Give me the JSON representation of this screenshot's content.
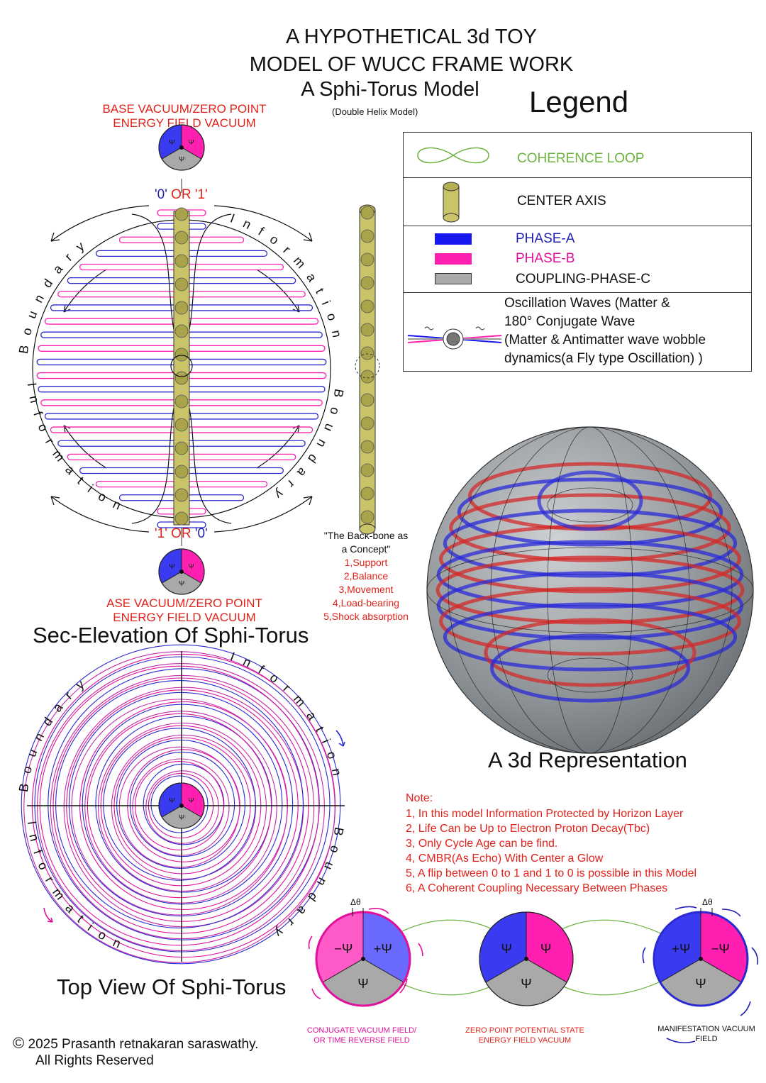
{
  "title": {
    "line1": "A HYPOTHETICAL 3d TOY",
    "line2": "MODEL OF WUCC FRAME WORK",
    "line3": "A Sphi-Torus Model",
    "subtitle": "(Double Helix Model)"
  },
  "legend": {
    "heading": "Legend",
    "items": [
      {
        "label": "COHERENCE LOOP",
        "color": "#6cb33f"
      },
      {
        "label": "CENTER AXIS",
        "color": "#111111"
      },
      {
        "label": "PHASE-A",
        "color": "#1f1fb4"
      },
      {
        "label": "PHASE-B",
        "color": "#e0109a"
      },
      {
        "label": "COUPLING-PHASE-C",
        "color": "#111111"
      }
    ],
    "oscillation": {
      "line1": "Oscillation Waves (Matter &",
      "line2": "180° Conjugate  Wave",
      "line3": "(Matter & Antimatter wave wobble",
      "line4": " dynamics(a Fly type Oscillation) )"
    }
  },
  "elevation": {
    "top_vacuum_line1": "BASE VACUUM/ZERO POINT",
    "top_vacuum_line2": "ENERGY FIELD  VACUUM",
    "top_state_a": "'0'",
    "top_state_or": "OR",
    "top_state_b": "'1'",
    "bottom_state_a": "'1'",
    "bottom_state_or": "OR",
    "bottom_state_b": "'0'",
    "bottom_vacuum_line1": "ASE VACUUM/ZERO POINT",
    "bottom_vacuum_line2": "ENERGY FIELD  VACUUM",
    "label": "Sec-Elevation Of Sphi-Torus"
  },
  "boundary_text": {
    "left_top": "Boundary",
    "right_top": "Information",
    "left_bottom": "Information",
    "right_bottom": "Boundary"
  },
  "backbone": {
    "line1": "\"The Back-bone as",
    "line2": "a Concept\"",
    "points": [
      "1,Support",
      "2,Balance",
      "3,Movement",
      "4,Load-bearing",
      "5,Shock absorption"
    ]
  },
  "representation_label": "A 3d Representation",
  "top_view_label": "Top View Of Sphi-Torus",
  "notes": {
    "heading": "Note:",
    "items": [
      "1, In this model  Information Protected by Horizon Layer",
      "2, Life Can be Up to Electron Proton Decay(Tbc)",
      "3, Only Cycle Age can be find.",
      "4, CMBR(As Echo) With Center a Glow",
      "5, A flip between 0 to 1 and 1 to 0 is possible in this Model",
      "6, A Coherent Coupling Necessary Between Phases"
    ]
  },
  "fields": {
    "conjugate_line1": "CONJUGATE VACUUM FIELD/",
    "conjugate_line2": "OR TIME REVERSE  FIELD",
    "zero_line1": "ZERO POINT POTENTIAL STATE",
    "zero_line2": "ENERGY FIELD  VACUUM",
    "manifest_line1": "MANIFESTATION VACUUM",
    "manifest_line2": "FIELD",
    "delta_theta": "Δθ",
    "psi": "Ψ",
    "plus_psi": "+Ψ",
    "minus_psi": "−Ψ"
  },
  "copyright": {
    "symbol": "©",
    "line1": "2025 Prasanth retnakaran saraswathy.",
    "line2": "All Rights Reserved"
  },
  "colors": {
    "phase_a": "#3a3af0",
    "phase_b": "#ff1fb0",
    "phase_c": "#a9a9a9",
    "axis": "#c9c46a",
    "red_text": "#e0231b"
  }
}
